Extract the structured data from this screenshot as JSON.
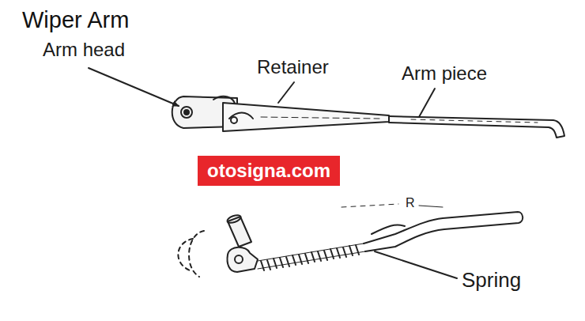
{
  "diagram": {
    "title": "Wiper Arm",
    "labels": [
      "Arm head",
      "Retainer",
      "Arm piece",
      "otosigna.com",
      "R",
      "Spring"
    ]
  }
}
